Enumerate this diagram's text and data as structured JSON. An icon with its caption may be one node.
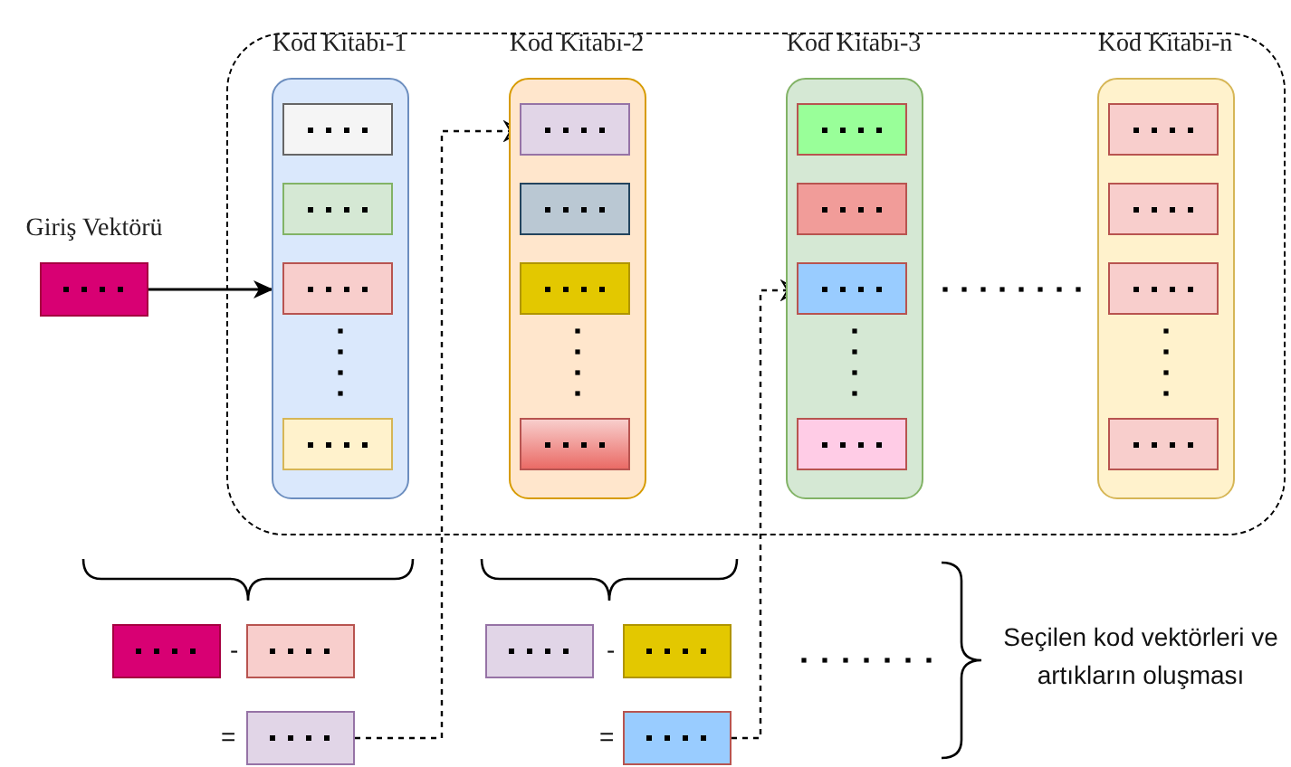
{
  "diagram": {
    "nodes": [
      {
        "text": [],
        "shape": "box"
      },
      {
        "text": [
          "Giriş Vektörü"
        ]
      },
      {
        "text": [
          "Kod Kitabı-1"
        ],
        "in": 0
      },
      {
        "text": [],
        "shape": "box",
        "in": 2
      },
      {
        "text": [],
        "shape": "box",
        "in": 2
      },
      {
        "text": [],
        "shape": "box",
        "in": 2
      },
      {
        "text": [],
        "shape": "box",
        "in": 2
      },
      {
        "text": [
          "Kod Kitabı-2"
        ],
        "in": 0
      },
      {
        "text": [],
        "shape": "box",
        "in": 7
      },
      {
        "text": [],
        "shape": "box",
        "in": 7
      },
      {
        "text": [],
        "shape": "box",
        "in": 7
      },
      {
        "text": [],
        "shape": "box",
        "in": 7
      },
      {
        "text": [
          "Kod Kitabı-3"
        ],
        "in": 0
      },
      {
        "text": [],
        "shape": "box",
        "in": 12
      },
      {
        "text": [],
        "shape": "box",
        "in": 12
      },
      {
        "text": [],
        "shape": "box",
        "in": 12
      },
      {
        "text": [],
        "shape": "box",
        "in": 12
      },
      {
        "text": [
          "Kod Kitabı-n"
        ],
        "in": 0
      },
      {
        "text": [],
        "shape": "box",
        "in": 17
      },
      {
        "text": [],
        "shape": "box",
        "in": 17
      },
      {
        "text": [],
        "shape": "box",
        "in": 17
      },
      {
        "text": [],
        "shape": "box",
        "in": 17
      },
      {
        "text": [],
        "shape": "box"
      },
      {
        "text": [],
        "shape": "box"
      },
      {
        "text": [],
        "shape": "box"
      },
      {
        "text": [],
        "shape": "box"
      },
      {
        "text": [],
        "shape": "box"
      },
      {
        "text": [],
        "shape": "box"
      }
    ],
    "edges": [
      {
        "from": 1,
        "to": 2,
        "arrow": "to"
      },
      {
        "from": 24,
        "to": 8,
        "arrow": "to",
        "style": "dashed"
      },
      {
        "from": 27,
        "to": 15,
        "arrow": "to",
        "style": "dashed"
      }
    ],
    "labels": [
      "-",
      "=",
      "-",
      "=",
      "Seçilen kod vektörleri ve artıkların oluşması"
    ]
  }
}
